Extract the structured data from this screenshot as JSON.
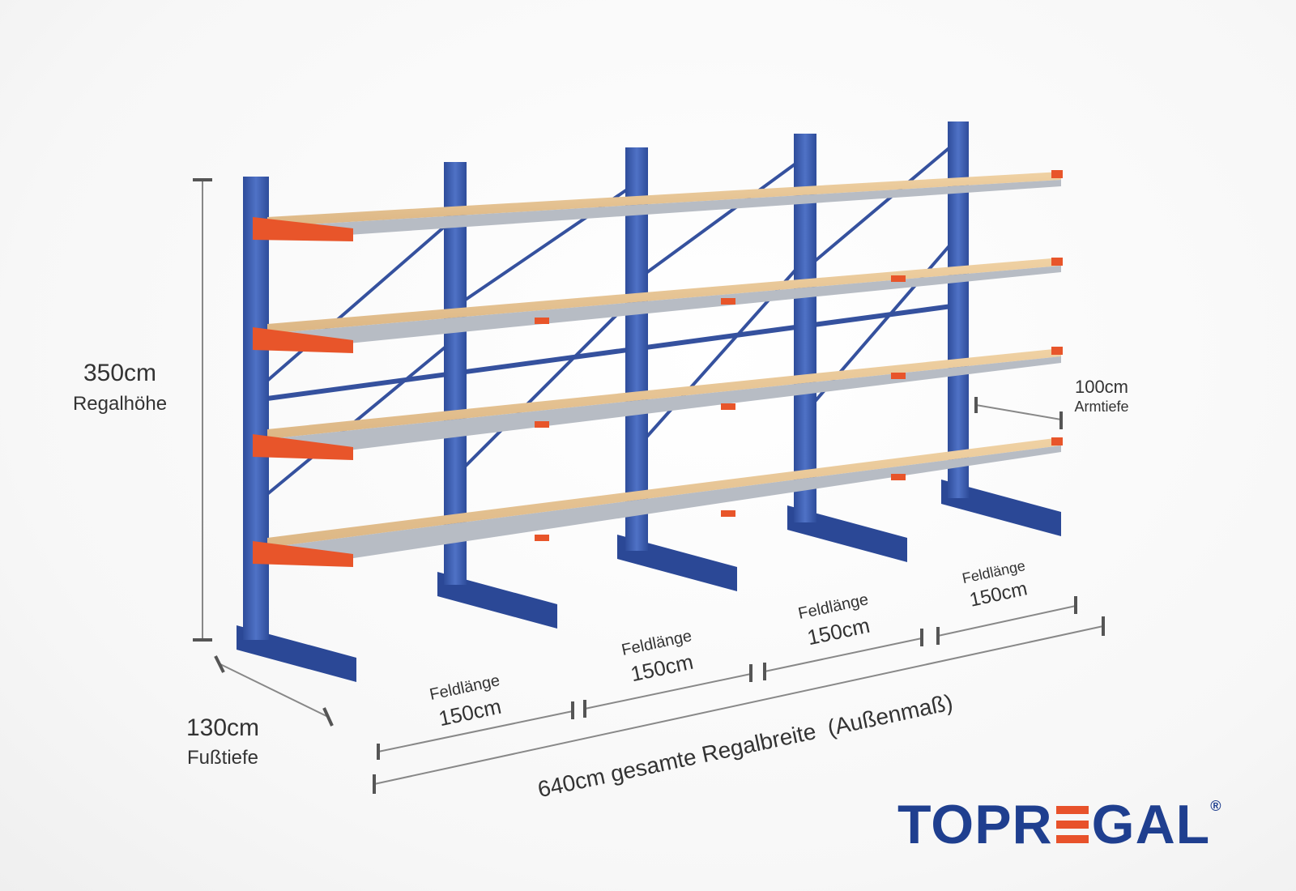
{
  "dimensions": {
    "height": {
      "value": "350cm",
      "label": "Regalhöhe"
    },
    "foot_depth": {
      "value": "130cm",
      "label": "Fußtiefe"
    },
    "arm_depth": {
      "value": "100cm",
      "label": "Armtiefe"
    },
    "bays": [
      {
        "label": "Feldlänge",
        "value": "150cm"
      },
      {
        "label": "Feldlänge",
        "value": "150cm"
      },
      {
        "label": "Feldlänge",
        "value": "150cm"
      },
      {
        "label": "Feldlänge",
        "value": "150cm"
      }
    ],
    "total_width": "640cm gesamte Regalbreite  (Außenmaß)"
  },
  "brand": {
    "part1": "TOPR",
    "part2": "GAL",
    "registered": "®"
  },
  "colors": {
    "column_blue": "#3d5fb0",
    "arm_orange": "#e8552a",
    "board_wood": "#e8c898",
    "logo_blue": "#1f3f8f",
    "logo_red": "#e8522b"
  }
}
